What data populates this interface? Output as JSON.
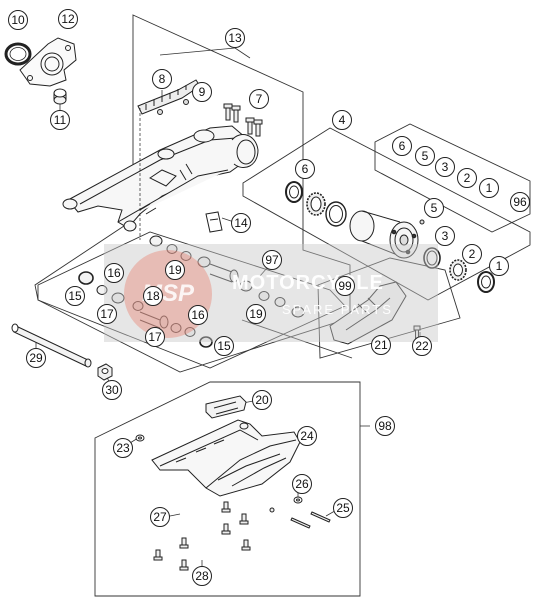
{
  "watermark": {
    "logo": "MSP",
    "line1": "MOTORCYCLE",
    "line2": "SPARE PARTS"
  },
  "callouts": {
    "c10": "10",
    "c12": "12",
    "c11": "11",
    "c13": "13",
    "c8": "8",
    "c9": "9",
    "c7": "7",
    "c14": "14",
    "c4": "4",
    "c6_top": "6",
    "c5_top": "5",
    "c3_top": "3",
    "c2_top": "2",
    "c1_top": "1",
    "c96": "96",
    "c6": "6",
    "c5": "5",
    "c3": "3",
    "c2": "2",
    "c1": "1",
    "c97": "97",
    "c99": "99",
    "c21": "21",
    "c22": "22",
    "c16_a": "16",
    "c19_a": "19",
    "c15_a": "15",
    "c18": "18",
    "c17_a": "17",
    "c17_b": "17",
    "c16_b": "16",
    "c19_b": "19",
    "c15_b": "15",
    "c29": "29",
    "c30": "30",
    "c20": "20",
    "c98": "98",
    "c23": "23",
    "c24": "24",
    "c26": "26",
    "c25": "25",
    "c27": "27",
    "c28": "28"
  },
  "colors": {
    "callout_fill": "#ffffff",
    "callout_highlight": "#f3c62a",
    "line": "#222222"
  }
}
